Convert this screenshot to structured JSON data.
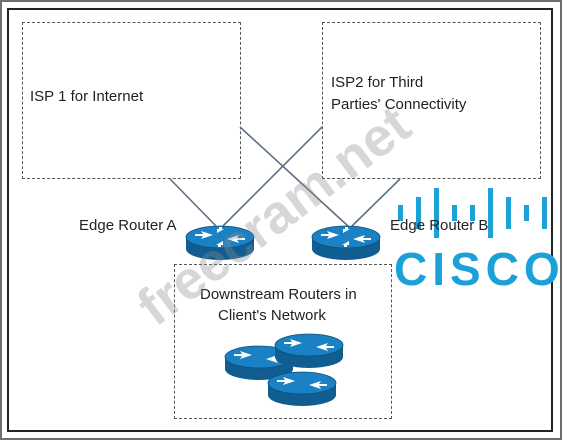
{
  "isp1": {
    "label": "ISP 1 for Internet"
  },
  "isp2": {
    "line1": "ISP2 for Third",
    "line2": "Parties' Connectivity"
  },
  "edge_router_a": {
    "label": "Edge Router A"
  },
  "edge_router_b": {
    "label": "Edge Router B"
  },
  "downstream": {
    "line1": "Downstream Routers in",
    "line2": "Client's Network"
  },
  "watermark": {
    "text": "freecram.net"
  },
  "brand": {
    "text": "CISCO"
  },
  "colors": {
    "router": "#1a82c4",
    "router_dark": "#0f5d91",
    "cisco_blue": "#1ba0d7",
    "line": "#5b6f86"
  },
  "icons": {
    "router": "router-icon",
    "cisco_bars": "cisco-bars-icon"
  }
}
